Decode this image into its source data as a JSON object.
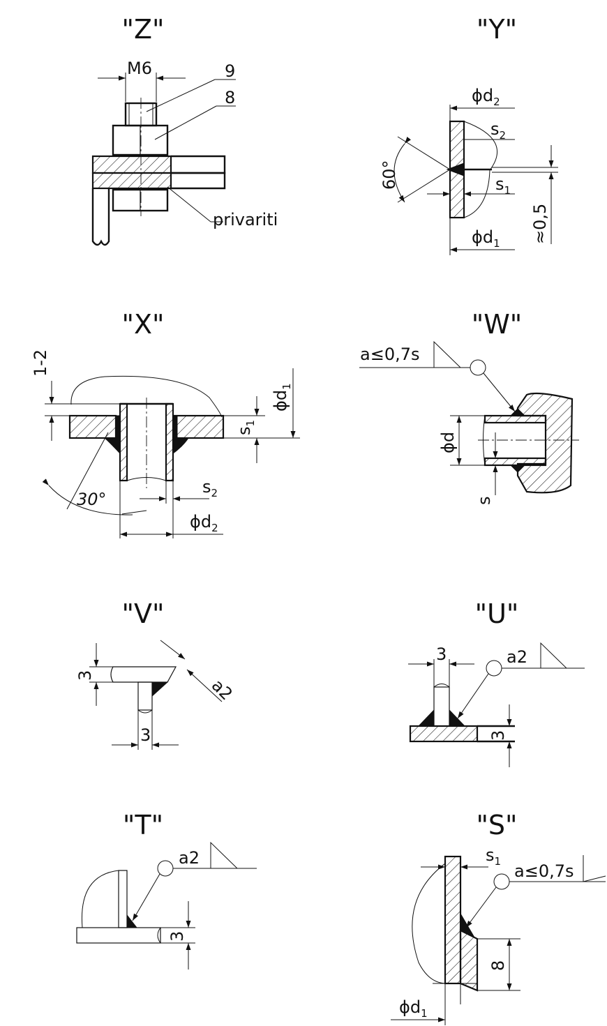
{
  "details": {
    "z": {
      "title": "\"Z\"",
      "thread": "M6",
      "part_9": "9",
      "part_8": "8",
      "weld_note": "privariti"
    },
    "y": {
      "title": "\"Y\"",
      "d2": "ϕd",
      "d2_sub": "2",
      "s2": "s",
      "s2_sub": "2",
      "angle": "60°",
      "s1": "s",
      "s1_sub": "1",
      "gap": "≈0,5",
      "d1": "ϕd",
      "d1_sub": "1"
    },
    "x": {
      "title": "\"X\"",
      "offset": "1-2",
      "d1": "ϕd",
      "d1_sub": "1",
      "s1": "s",
      "s1_sub": "1",
      "angle": "30°",
      "s2": "s",
      "s2_sub": "2",
      "d2": "ϕd",
      "d2_sub": "2"
    },
    "w": {
      "title": "\"W\"",
      "weld": "a≤0,7s",
      "d": "ϕd",
      "s": "s"
    },
    "v": {
      "title": "\"V\"",
      "thick": "3",
      "weld": "a2",
      "stem": "3"
    },
    "u": {
      "title": "\"U\"",
      "stem": "3",
      "weld": "a2",
      "plate": "3"
    },
    "t": {
      "title": "\"T\"",
      "weld": "a2",
      "plate": "3"
    },
    "s": {
      "title": "\"S\"",
      "s1": "s",
      "s1_sub": "1",
      "weld": "a≤0,7s",
      "leg": "8",
      "d1": "ϕd",
      "d1_sub": "1"
    }
  }
}
